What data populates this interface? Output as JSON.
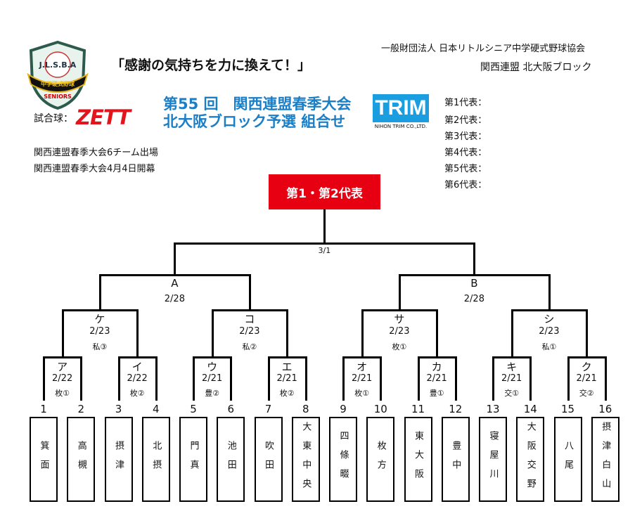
{
  "header": {
    "slogan": "「感謝の気持ちを力に換えて！」",
    "org_line1": "一般財団法人 日本リトルシニア中学硬式野球協会",
    "org_line2": "関西連盟 北大阪ブロック",
    "logo_text": "J.L.S.B.A 中学硬式野球 SENIORS",
    "ball_label": "試合球：",
    "ball_brand": "ZETT",
    "title_line1": "第55 回　関西連盟春季大会",
    "title_line2": "北大阪ブロック予選  組合せ",
    "sponsor_logo": "TRIM",
    "sponsor_sub": "NIHON TRIM CO.,LTD.",
    "info": [
      "関西連盟春季大会6チーム出場",
      "関西連盟春季大会4月4日開幕"
    ],
    "representatives": [
      "第1代表：",
      "第2代表：",
      "第3代表：",
      "第4代表：",
      "第5代表：",
      "第6代表："
    ]
  },
  "colors": {
    "title": "#1a7fc7",
    "red": "#e60012"
  },
  "bracket": {
    "final_label": "第1・第2代表",
    "final_date": "3/1",
    "round3": [
      {
        "label": "A",
        "date": "2/28"
      },
      {
        "label": "B",
        "date": "2/28"
      }
    ],
    "round2": [
      {
        "label": "ケ",
        "date": "2/23",
        "venue": "私③"
      },
      {
        "label": "コ",
        "date": "2/23",
        "venue": "私②"
      },
      {
        "label": "サ",
        "date": "2/23",
        "venue": "枚①"
      },
      {
        "label": "シ",
        "date": "2/23",
        "venue": "私①"
      }
    ],
    "round1": [
      {
        "label": "ア",
        "date": "2/22",
        "venue": "枚①"
      },
      {
        "label": "イ",
        "date": "2/22",
        "venue": "枚②"
      },
      {
        "label": "ウ",
        "date": "2/21",
        "venue": "豊②"
      },
      {
        "label": "エ",
        "date": "2/21",
        "venue": "枚②"
      },
      {
        "label": "オ",
        "date": "2/21",
        "venue": "枚①"
      },
      {
        "label": "カ",
        "date": "2/21",
        "venue": "豊①"
      },
      {
        "label": "キ",
        "date": "2/21",
        "venue": "交①"
      },
      {
        "label": "ク",
        "date": "2/21",
        "venue": "交②"
      }
    ],
    "teams": [
      {
        "num": "1",
        "name": "箕面"
      },
      {
        "num": "2",
        "name": "高槻"
      },
      {
        "num": "3",
        "name": "摂津"
      },
      {
        "num": "4",
        "name": "北摂"
      },
      {
        "num": "5",
        "name": "門真"
      },
      {
        "num": "6",
        "name": "池田"
      },
      {
        "num": "7",
        "name": "吹田"
      },
      {
        "num": "8",
        "name": "大東中央"
      },
      {
        "num": "9",
        "name": "四條畷"
      },
      {
        "num": "10",
        "name": "枚方"
      },
      {
        "num": "11",
        "name": "東大阪"
      },
      {
        "num": "12",
        "name": "豊中"
      },
      {
        "num": "13",
        "name": "寝屋川"
      },
      {
        "num": "14",
        "name": "大阪交野"
      },
      {
        "num": "15",
        "name": "八尾"
      },
      {
        "num": "16",
        "name": "摂津白山"
      }
    ]
  }
}
